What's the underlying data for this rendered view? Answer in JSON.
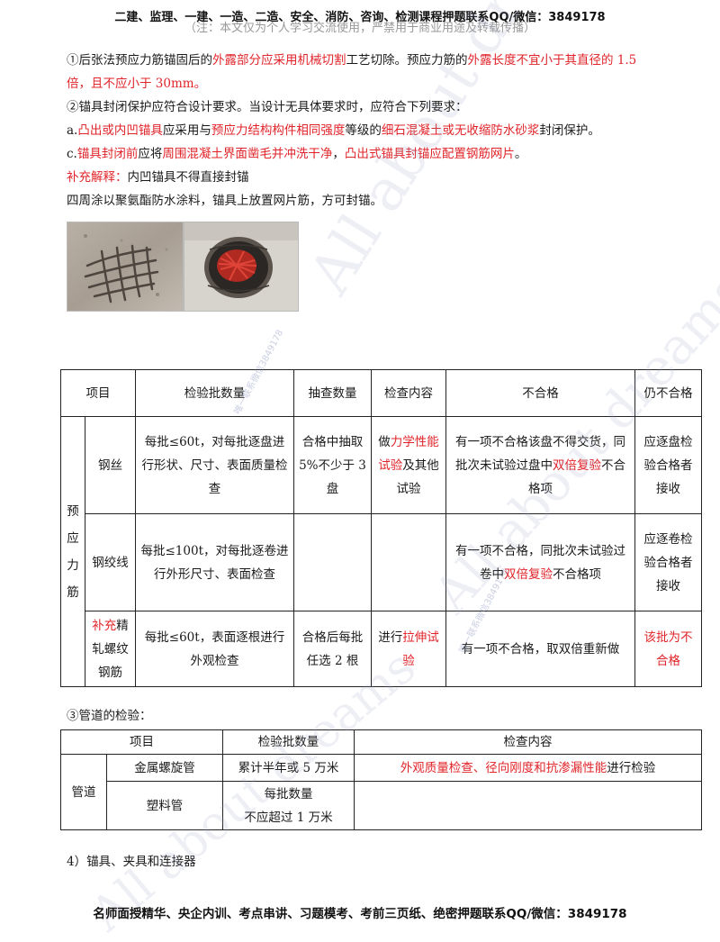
{
  "header": {
    "title": "二建、监理、一建、一造、二造、安全、消防、咨询、检测课程押题联系QQ/微信：3849178",
    "notice": "（注：本文仅为个人学习交流使用，严禁用于商业用途及转载传播）"
  },
  "paragraphs": {
    "p1": {
      "a": "①后张法预应力筋锚固后的",
      "b": "外露部分应采用机械切割",
      "c": "工艺切除。预应力筋的",
      "d": "外露长度不宜小于其直径的 1.5",
      "e": "倍，且不应小于 30mm。"
    },
    "p2": "②锚具封闭保护应符合设计要求。当设计无具体要求时，应符合下列要求：",
    "p3": {
      "a": "a.",
      "b": "凸出或内凹锚具",
      "c": "应采用与",
      "d": "预应力结构构件相同强度",
      "e": "等级的",
      "f": "细石混凝土或无收缩防水砂浆",
      "g": "封闭保护。"
    },
    "p4": {
      "a": "c.",
      "b": "锚具封闭前",
      "c": "应将",
      "d": "周围混凝土界面凿毛并冲洗干净",
      "e": "，",
      "f": "凸出式锚具封锚应配置钢筋网片",
      "g": "。"
    },
    "p5": {
      "label": "补充解释：",
      "text": "内凹锚具不得直接封锚"
    },
    "p6": "四周涂以聚氨酯防水涂料，锚具上放置网片筋，方可封锚。"
  },
  "table1": {
    "headers": {
      "item": "项目",
      "batch": "检验批数量",
      "sample": "抽查数量",
      "content": "检查内容",
      "fail": "不合格",
      "still_fail": "仍不合格"
    },
    "group": "预应力筋",
    "rows": {
      "r1": {
        "name": "钢丝",
        "batch": "每批≤60t，对每批逐盘进行形状、尺寸、表面质量检查",
        "sample": "合格中抽取5%不少于 3 盘",
        "content_pre": "做",
        "content_red": "力学性能试验",
        "content_post": "及其他试验",
        "fail_pre": "有一项不合格该盘不得交货，同批次未试验过盘中",
        "fail_red": "双倍复验",
        "fail_post": "不合格项",
        "still": "应逐盘检验合格者接收"
      },
      "r2": {
        "name": "钢绞线",
        "batch": "每批≤100t，对每批逐卷进行外形尺寸、表面检查",
        "sample": "",
        "content": "",
        "fail_pre": "有一项不合格，同批次未试验过卷中",
        "fail_red": "双倍复验",
        "fail_post": "不合格项",
        "still": "应逐卷检验合格者接收"
      },
      "r3": {
        "name_red": "补充",
        "name": "精轧螺纹钢筋",
        "batch": "每批≤60t，表面逐根进行外观检查",
        "sample": "合格后每批任选 2 根",
        "content_pre": "进行",
        "content_red": "拉伸试验",
        "fail": "有一项不合格，取双倍重新做",
        "still_red": "该批为不合格"
      }
    }
  },
  "section3": {
    "title": "③管道的检验："
  },
  "table2": {
    "headers": {
      "item": "项目",
      "batch": "检验批数量",
      "content": "检查内容"
    },
    "group": "管道",
    "rows": {
      "r1": {
        "name": "金属螺旋管",
        "batch": "累计半年或 5 万米",
        "content_red": "外观质量检查、径向刚度和抗渗漏性能",
        "content_post": "进行检验"
      },
      "r2": {
        "name": "塑料管",
        "batch_l1": "每批数量",
        "batch_l2": "不应超过 1 万米",
        "content": ""
      }
    }
  },
  "section4": {
    "title": "4）锚具、夹具和连接器"
  },
  "footer": {
    "text": "名师面授精华、央企内训、考点串讲、习题模考、考前三页纸、绝密押题联系QQ/微信：3849178"
  },
  "watermarks": {
    "main": "All about dreams",
    "contact": "唯一联系微信3849178"
  }
}
